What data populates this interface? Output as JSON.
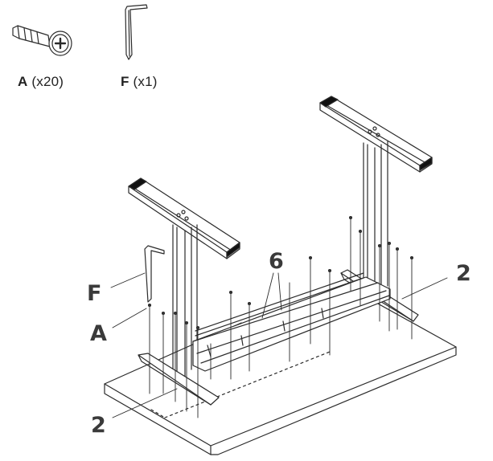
{
  "parts": [
    {
      "id": "A",
      "letter": "A",
      "qty": "(x20)",
      "icon": "screw-icon"
    },
    {
      "id": "F",
      "letter": "F",
      "qty": "(x1)",
      "icon": "allen-key-icon"
    }
  ],
  "callouts": {
    "F": "F",
    "A": "A",
    "six": "6",
    "two_right": "2",
    "two_left": "2"
  },
  "colors": {
    "line": "#2b2b2b",
    "fill": "#ffffff",
    "pad": "#111111"
  }
}
